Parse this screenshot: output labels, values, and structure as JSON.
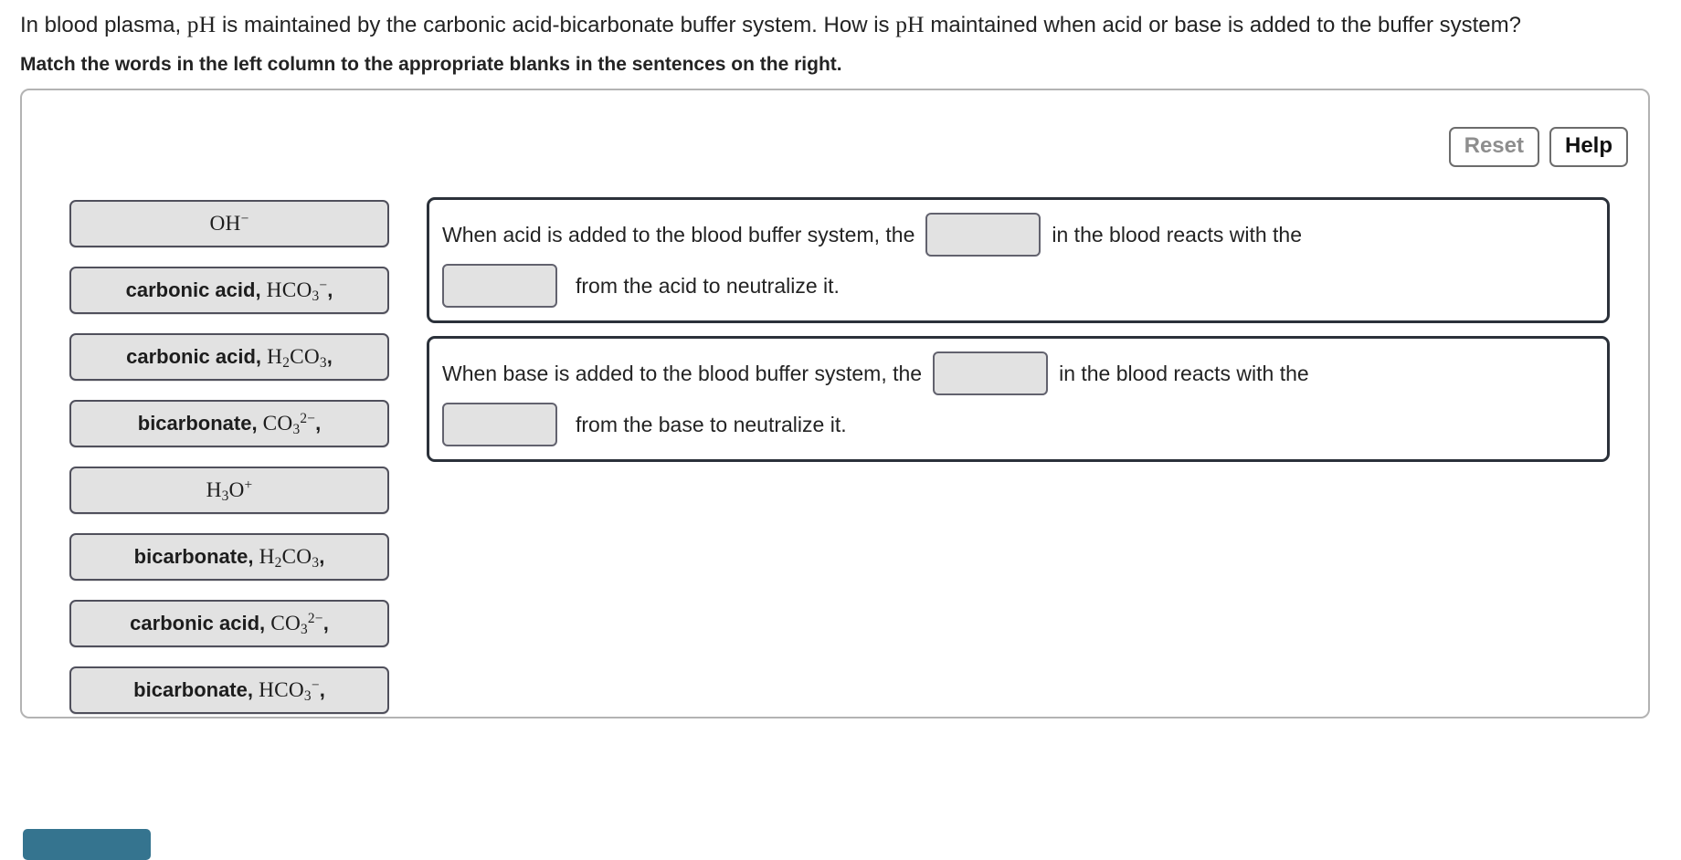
{
  "question": {
    "stem_part1": "In blood plasma, ",
    "stem_ph1": "pH",
    "stem_part2": " is maintained by the carbonic acid-bicarbonate buffer system. How is ",
    "stem_ph2": "pH",
    "stem_part3": " maintained when acid or base is added to the buffer system?",
    "instruction": "Match the words in the left column to the appropriate blanks in the sentences on the right."
  },
  "toolbar": {
    "reset_label": "Reset",
    "help_label": "Help",
    "reset_disabled": true
  },
  "word_bank": {
    "tiles": [
      {
        "word": "",
        "formula": "OH",
        "sup": "−",
        "sub": "",
        "formula_only": true,
        "display": "OH−"
      },
      {
        "word": "carbonic acid,",
        "formula": "HCO",
        "sub": "3",
        "sup": "−",
        "trail": ",",
        "display": "carbonic acid, HCO3−,"
      },
      {
        "word": "carbonic acid,",
        "formula": "H2CO3",
        "trail": ",",
        "display": "carbonic acid, H2CO3,"
      },
      {
        "word": "bicarbonate,",
        "formula": "CO",
        "sub": "3",
        "sup": "2−",
        "trail": ",",
        "display": "bicarbonate, CO32−,"
      },
      {
        "word": "",
        "formula": "H3O",
        "sup": "+",
        "formula_only": true,
        "display": "H3O+"
      },
      {
        "word": "bicarbonate,",
        "formula": "H2CO3",
        "trail": ",",
        "display": "bicarbonate, H2CO3,"
      },
      {
        "word": "carbonic acid,",
        "formula": "CO",
        "sub": "3",
        "sup": "2−",
        "trail": ",",
        "display": "carbonic acid, CO32−,"
      },
      {
        "word": "bicarbonate,",
        "formula": "HCO",
        "sub": "3",
        "sup": "−",
        "trail": ",",
        "display": "bicarbonate, HCO3−,"
      }
    ]
  },
  "sentences": [
    {
      "id": "acid-sentence",
      "line1_before": "When acid is added to the blood buffer system, the",
      "line1_after": "in the blood reacts with the",
      "line2_after": "from the acid to neutralize it.",
      "blank1_value": "",
      "blank2_value": ""
    },
    {
      "id": "base-sentence",
      "line1_before": "When base is added to the blood buffer system, the",
      "line1_after": "in the blood reacts with the",
      "line2_after": "from the base to neutralize it.",
      "blank1_value": "",
      "blank2_value": ""
    }
  ],
  "footer": {
    "submit_label": ""
  },
  "colors": {
    "tile_fill": "#e2e2e2",
    "tile_border": "#50505c",
    "card_border": "#2b313a",
    "panel_border": "#b3b3b3",
    "submit_blue": "#35748f"
  }
}
